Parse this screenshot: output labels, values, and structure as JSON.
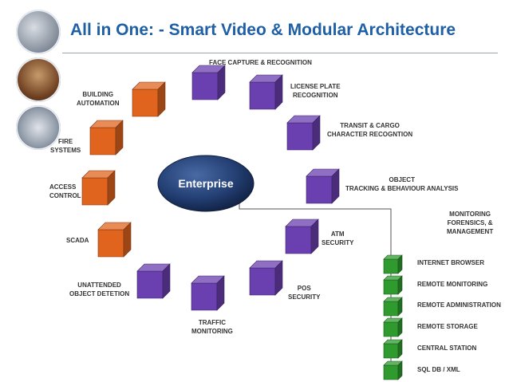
{
  "title": "All in One: - Smart Video & Modular Architecture",
  "hub_label": "Enterprise",
  "colors": {
    "orange": "#e0641e",
    "purple": "#6a3fb0",
    "green": "#2f9b2f",
    "hub": "#233f73",
    "title": "#1f5fa5"
  },
  "modules": {
    "face": "FACE CAPTURE & RECOGNITION",
    "license": "LICENSE PLATE\nRECOGNITION",
    "transit": "TRANSIT & CARGO\nCHARACTER RECOGNTION",
    "object": "OBJECT\nTRACKING & BEHAVIOUR ANALYSIS",
    "atm": "ATM\nSECURITY",
    "pos": "POS\nSECURITY",
    "traffic": "TRAFFIC\nMONITORING",
    "unattended": "UNATTENDED\nOBJECT DETETION",
    "scada": "SCADA",
    "access": "ACCESS\nCONTROL",
    "fire": "FIRE\nSYSTEMS",
    "building": "BUILDING\nAUTOMATION"
  },
  "monitoring_label": "MONITORING\nFORENSICS, &\nMANAGEMENT",
  "outputs": [
    "INTERNET BROWSER",
    "REMOTE MONITORING",
    "REMOTE ADMINISTRATION",
    "REMOTE STORAGE",
    "CENTRAL STATION",
    "SQL DB / XML"
  ]
}
